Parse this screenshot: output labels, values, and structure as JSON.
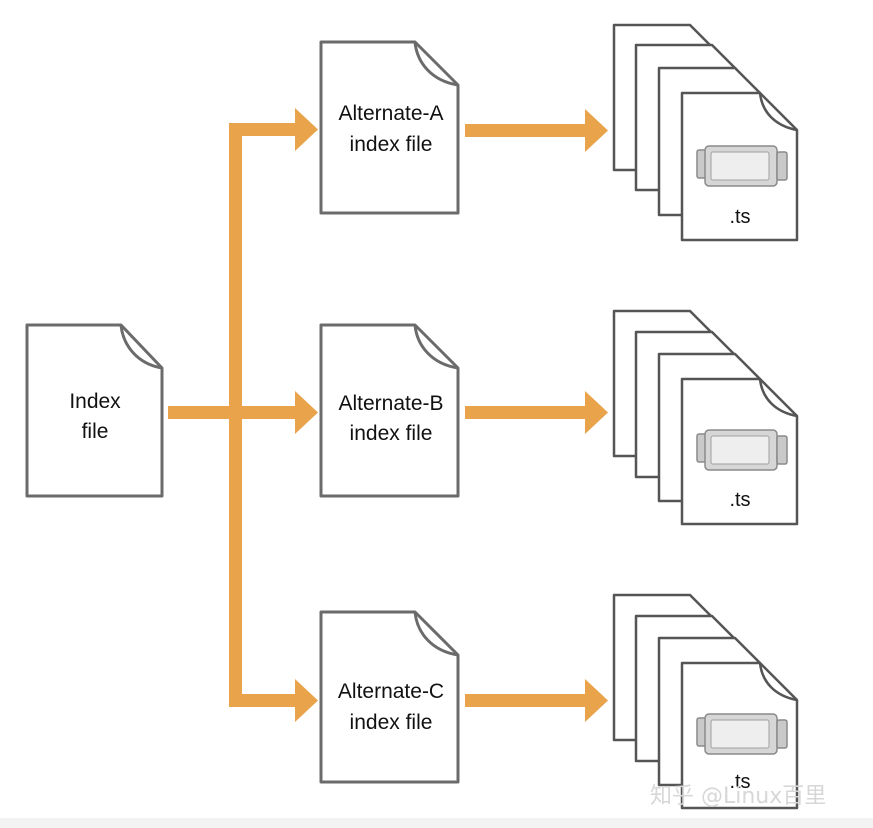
{
  "colors": {
    "arrow": "#e9a34a",
    "doc_stroke": "#6b6b6b",
    "doc_fill": "#ffffff"
  },
  "index_file": {
    "line1": "Index",
    "line2": "file"
  },
  "alternates": [
    {
      "line1": "Alternate-A",
      "line2": "index file",
      "segment_label": ".ts"
    },
    {
      "line1": "Alternate-B",
      "line2": "index file",
      "segment_label": ".ts"
    },
    {
      "line1": "Alternate-C",
      "line2": "index file",
      "segment_label": ".ts"
    }
  ],
  "icons": {
    "segment_icon": "video-camera-icon"
  },
  "watermark": "知乎 @Linux百里"
}
